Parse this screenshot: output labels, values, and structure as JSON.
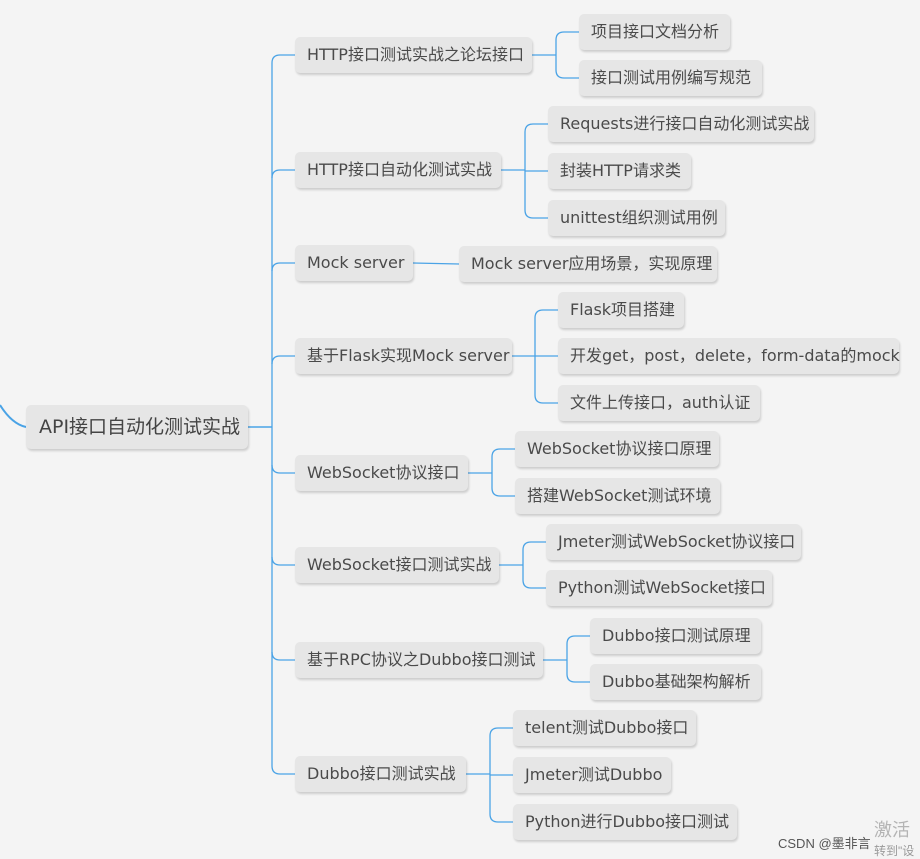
{
  "root": "API接口自动化测试实战",
  "branches": [
    {
      "label": "HTTP接口测试实战之论坛接口",
      "children": [
        "项目接口文档分析",
        "接口测试用例编写规范"
      ]
    },
    {
      "label": "HTTP接口自动化测试实战",
      "children": [
        "Requests进行接口自动化测试实战",
        "封装HTTP请求类",
        "unittest组织测试用例"
      ]
    },
    {
      "label": "Mock server",
      "children": [
        "Mock server应用场景，实现原理"
      ]
    },
    {
      "label": "基于Flask实现Mock server",
      "children": [
        "Flask项目搭建",
        "开发get，post，delete，form-data的mock",
        "文件上传接口，auth认证"
      ]
    },
    {
      "label": "WebSocket协议接口",
      "children": [
        "WebSocket协议接口原理",
        "搭建WebSocket测试环境"
      ]
    },
    {
      "label": "WebSocket接口测试实战",
      "children": [
        "Jmeter测试WebSocket协议接口",
        "Python测试WebSocket接口"
      ]
    },
    {
      "label": "基于RPC协议之Dubbo接口测试",
      "children": [
        "Dubbo接口测试原理",
        "Dubbo基础架构解析"
      ]
    },
    {
      "label": "Dubbo接口测试实战",
      "children": [
        "telent测试Dubbo接口",
        "Jmeter测试Dubbo",
        "Python进行Dubbo接口测试"
      ]
    }
  ],
  "watermark": {
    "source": "CSDN @墨非言",
    "activate_line1": "激活",
    "activate_line2": "转到\"设"
  },
  "colors": {
    "line": "#4aa3e6",
    "node_bg": "#e6e6e6",
    "text": "#4a4a4a",
    "background": "#f4f4f4"
  }
}
